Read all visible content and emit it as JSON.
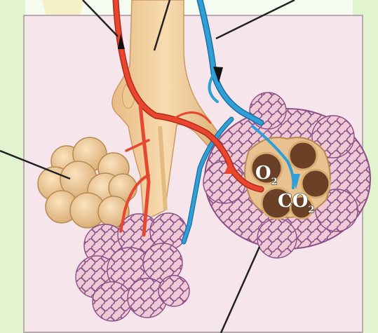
{
  "labels": {
    "oxygen": "O",
    "oxygen_sub": "2",
    "carbon_dioxide": "CO",
    "carbon_dioxide_sub": "2"
  },
  "colors": {
    "page_bg": "#ffffff",
    "watermark_green": "#e6f6d2",
    "panel_bg": "#f6e6ec",
    "panel_border": "#b9aab0",
    "bronchiole": "#f3cf9a",
    "bronchiole_shade": "#d9ad72",
    "artery": "#e8462e",
    "vein": "#2f9fd6",
    "capillary_net": "#8a4f86",
    "alveolus_fill": "#e9b7c7",
    "alveolus_inner": "#6a4026",
    "leader_line": "#222222",
    "watermark_logo": "#f0c000"
  },
  "icons": {
    "artery_flow": "arrow-up-icon",
    "vein_flow": "arrow-down-icon",
    "blood_flow_in": "arrow-up-red-icon",
    "gas_exchange": "arrow-down-cyan-icon"
  }
}
